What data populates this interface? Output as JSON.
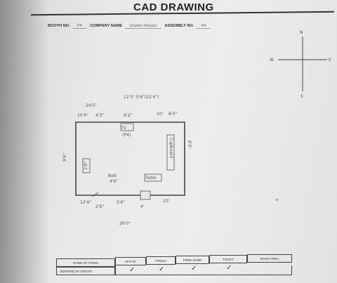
{
  "title": "CAD DRAWING",
  "header": {
    "booth_label": "BOOTH NO.",
    "booth_value": "P4",
    "company_label": "COMPANY NAME",
    "company_value": "Ghulam Rasool",
    "assembly_label": "ASSEMBLY NO.",
    "assembly_value": "P4"
  },
  "compass": {
    "north": "N",
    "west": "W",
    "east": "E",
    "south": "S"
  },
  "plan": {
    "top_left_dim": "24'5\"",
    "top_title": "12'3\" 5'6\"(22'4\")",
    "top_left_edge": "10'4\"",
    "top_mid": "4'3\"",
    "top_mid2": "6'2\"",
    "top_right": "10'",
    "top_right2": "6'0\"",
    "inner_top_label": "TV",
    "inner_top_sub": "(P4)",
    "left_edge": "9'6\"",
    "left_inner": "2'8\"",
    "right_inner": "Cupboard",
    "right_edge": "8'9\"",
    "center_label": "Bed",
    "center_sub": "4'6\"",
    "inner_bottom_label": "Table",
    "bottom_left": "12'4\"",
    "bottom_l1": "2'6\"",
    "bottom_mid": "5'6\"",
    "bottom_mid2": "4'",
    "bottom_right": "10'",
    "bottom_caption": "26'0\""
  },
  "table": {
    "headers": [
      "NAME OF ITEMS",
      "MATTE",
      "FRESH",
      "FREE ZONE",
      "TOILET",
      "WASH AREA"
    ],
    "row_label": "VERIFIED BY BOOTH",
    "checks": [
      "✓",
      "✓",
      "✓",
      "✓"
    ]
  }
}
